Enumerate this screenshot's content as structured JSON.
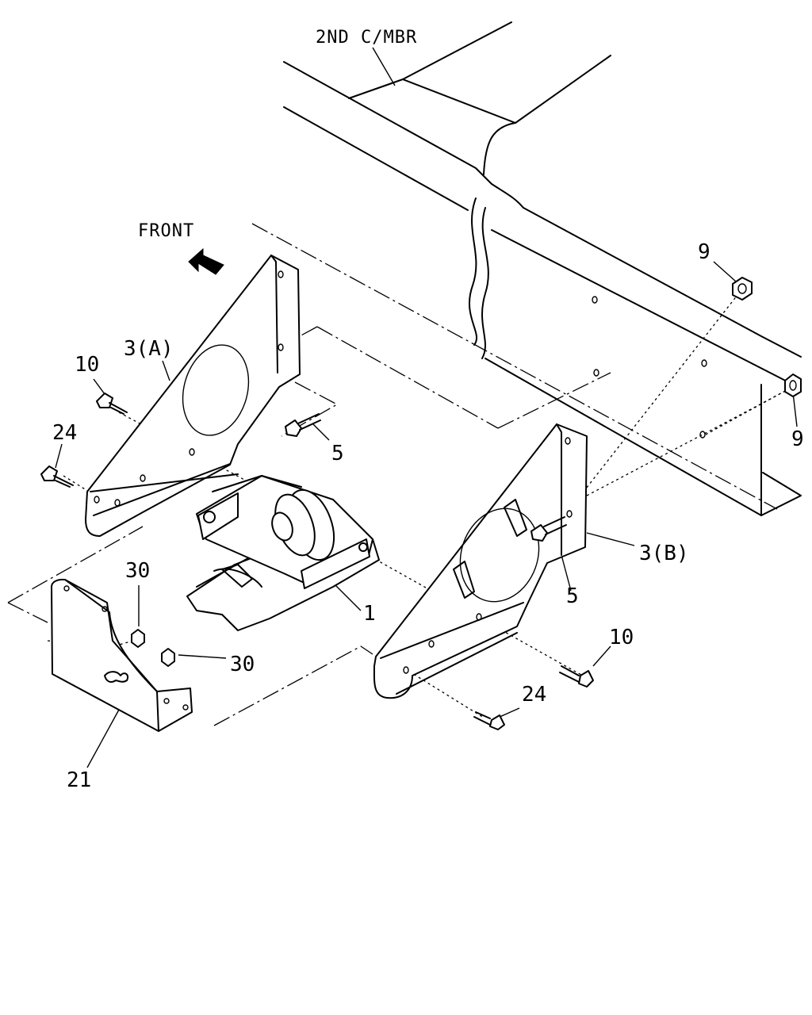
{
  "labels": {
    "member": "2ND C/MBR",
    "front": "FRONT",
    "p9a": "9",
    "p9b": "9",
    "p10a": "10",
    "p10b": "10",
    "p24a": "24",
    "p24b": "24",
    "p3a": "3(A)",
    "p3b": "3(B)",
    "p5a": "5",
    "p5b": "5",
    "p1": "1",
    "p30a": "30",
    "p30b": "30",
    "p21": "21"
  }
}
